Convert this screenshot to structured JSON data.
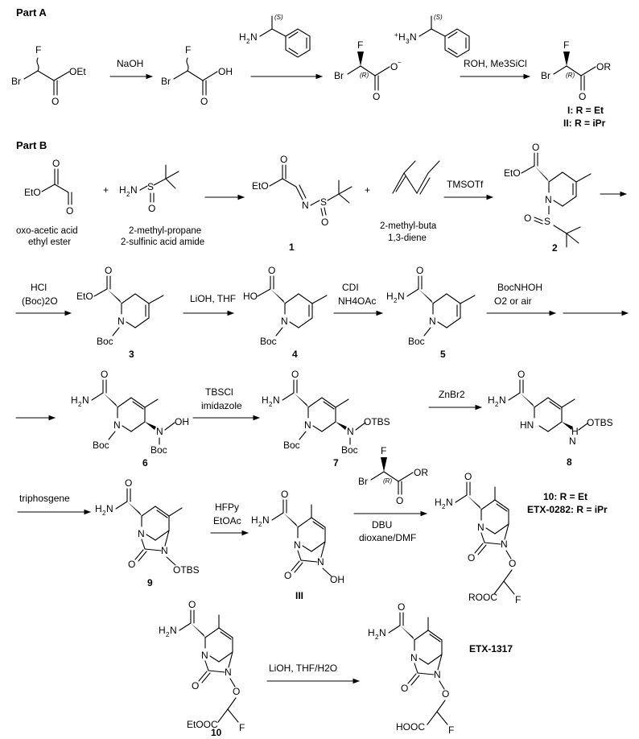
{
  "parts": {
    "a": "Part A",
    "b": "Part B"
  },
  "reagents": {
    "naoh": "NaOH",
    "rohtms": "ROH, Me3SiCl",
    "tmsotf": "TMSOTf",
    "hcl": "HCl",
    "boc2o": "(Boc)2O",
    "lioh_thf": "LiOH, THF",
    "cdi": "CDI",
    "nh4oac": "NH4OAc",
    "bocnhoh": "BocNHOH",
    "o2air": "O2 or air",
    "tbscl": "TBSCl",
    "imidazole": "imidazole",
    "znbr2": "ZnBr2",
    "triphosgene": "triphosgene",
    "hfpy": "HFPy",
    "etoac": "EtOAc",
    "dbu": "DBU",
    "dioxdmf": "dioxane/DMF",
    "lioh_thf_h2o": "LiOH, THF/H2O"
  },
  "names": {
    "oxo1": "oxo-acetic acid",
    "oxo2": "ethyl ester",
    "sulf1": "2-methyl-propane",
    "sulf2": "2-sulfinic acid amide",
    "diene1": "2-methyl-buta",
    "diene2": "1,3-diene"
  },
  "compound_labels": {
    "c1": "1",
    "c2": "2",
    "c3": "3",
    "c4": "4",
    "c5": "5",
    "c6": "6",
    "c7": "7",
    "c8": "8",
    "c9": "9",
    "c3b": "III",
    "c10": "10",
    "c10b": "10",
    "etx1317": "ETX-1317",
    "r_i": "I: R = Et",
    "r_ii": "II: R = iPr",
    "r_10": "10: R = Et",
    "r_etx": "ETX-0282: R = iPr"
  }
}
